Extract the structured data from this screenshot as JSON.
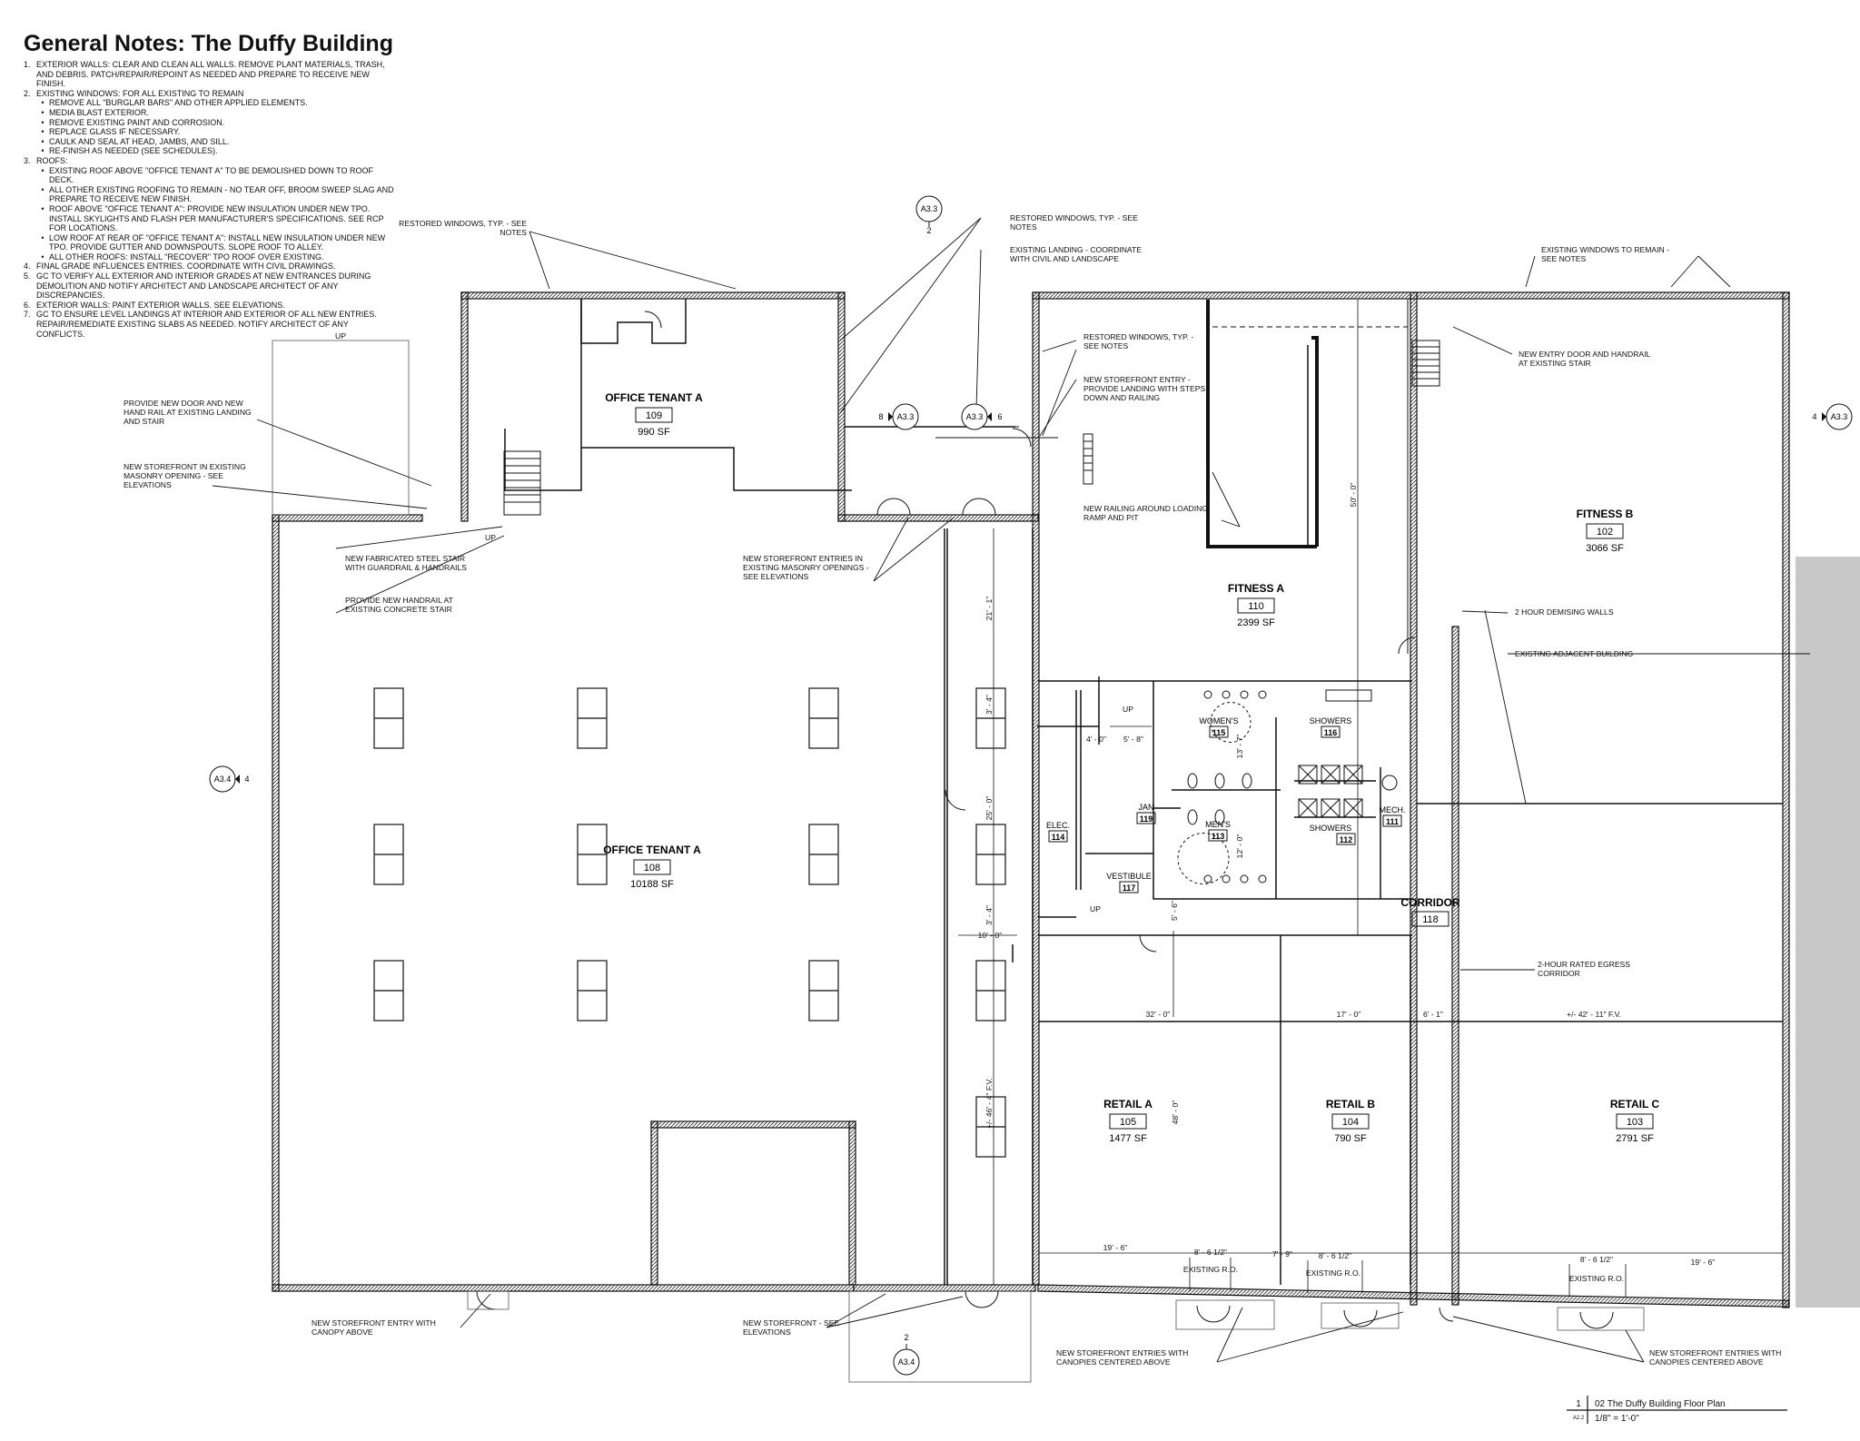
{
  "title": "General Notes: The Duffy Building",
  "notes": [
    {
      "num": "1.",
      "text": "EXTERIOR WALLS: CLEAR AND CLEAN ALL WALLS. REMOVE PLANT MATERIALS, TRASH, AND DEBRIS. PATCH/REPAIR/REPOINT AS NEEDED AND PREPARE TO RECEIVE NEW FINISH.",
      "subs": []
    },
    {
      "num": "2.",
      "text": "EXISTING WINDOWS: FOR ALL EXISTING TO REMAIN",
      "subs": [
        "REMOVE ALL \"BURGLAR BARS\" AND OTHER APPLIED ELEMENTS.",
        "MEDIA BLAST EXTERIOR.",
        "REMOVE EXISTING PAINT AND CORROSION.",
        "REPLACE GLASS IF NECESSARY.",
        "CAULK AND SEAL AT HEAD, JAMBS, AND SILL.",
        "RE-FINISH AS NEEDED (SEE SCHEDULES)."
      ]
    },
    {
      "num": "3.",
      "text": "ROOFS:",
      "subs": [
        "EXISTING ROOF ABOVE \"OFFICE TENANT A\" TO BE DEMOLISHED DOWN TO ROOF DECK.",
        "ALL OTHER EXISTING ROOFING TO REMAIN - NO TEAR OFF, BROOM SWEEP SLAG AND PREPARE TO RECEIVE NEW FINISH.",
        "ROOF ABOVE \"OFFICE TENANT A\": PROVIDE NEW INSULATION UNDER NEW TPO. INSTALL SKYLIGHTS AND FLASH PER MANUFACTURER'S SPECIFICATIONS. SEE RCP FOR LOCATIONS.",
        "LOW ROOF AT REAR OF \"OFFICE TENANT A\": INSTALL NEW INSULATION UNDER NEW TPO. PROVIDE GUTTER AND DOWNSPOUTS. SLOPE ROOF TO ALLEY.",
        "ALL OTHER ROOFS: INSTALL \"RECOVER\" TPO ROOF OVER EXISTING."
      ]
    },
    {
      "num": "4.",
      "text": "FINAL GRADE INFLUENCES ENTRIES. COORDINATE WITH CIVIL DRAWINGS.",
      "subs": []
    },
    {
      "num": "5.",
      "text": "GC TO VERIFY ALL EXTERIOR AND INTERIOR GRADES AT NEW ENTRANCES DURING DEMOLITION AND NOTIFY ARCHITECT AND LANDSCAPE ARCHITECT OF ANY DISCREPANCIES.",
      "subs": []
    },
    {
      "num": "6.",
      "text": "EXTERIOR WALLS: PAINT EXTERIOR WALLS. SEE ELEVATIONS.",
      "subs": []
    },
    {
      "num": "7.",
      "text": "GC TO ENSURE LEVEL LANDINGS AT INTERIOR AND EXTERIOR OF ALL NEW ENTRIES. REPAIR/REMEDIATE EXISTING SLABS AS NEEDED. NOTIFY ARCHITECT OF ANY CONFLICTS.",
      "subs": []
    }
  ],
  "rooms": {
    "office_small": {
      "name": "OFFICE TENANT A",
      "num": "109",
      "area": "990 SF"
    },
    "office_large": {
      "name": "OFFICE TENANT A",
      "num": "108",
      "area": "10188 SF"
    },
    "fitness_a": {
      "name": "FITNESS A",
      "num": "110",
      "area": "2399 SF"
    },
    "fitness_b": {
      "name": "FITNESS B",
      "num": "102",
      "area": "3066 SF"
    },
    "retail_a": {
      "name": "RETAIL A",
      "num": "105",
      "area": "1477 SF"
    },
    "retail_b": {
      "name": "RETAIL B",
      "num": "104",
      "area": "790 SF"
    },
    "retail_c": {
      "name": "RETAIL C",
      "num": "103",
      "area": "2791 SF"
    },
    "corridor": {
      "name": "CORRIDOR",
      "num": "118"
    },
    "womens": {
      "name": "WOMEN'S",
      "num": "115"
    },
    "showers_116": {
      "name": "SHOWERS",
      "num": "116"
    },
    "mens": {
      "name": "MEN'S",
      "num": "113"
    },
    "showers_112": {
      "name": "SHOWERS",
      "num": "112"
    },
    "jan": {
      "name": "JAN",
      "num": "119"
    },
    "mech": {
      "name": "MECH.",
      "num": "111"
    },
    "elec": {
      "name": "ELEC.",
      "num": "114"
    },
    "vestibule": {
      "name": "VESTIBULE",
      "num": "117"
    }
  },
  "callouts": {
    "restored_left_1": "RESTORED WINDOWS, TYP. - SEE",
    "restored_left_2": "NOTES",
    "restored_mid_1": "RESTORED WINDOWS, TYP. - SEE",
    "restored_mid_2": "NOTES",
    "landing_1": "EXISTING LANDING - COORDINATE",
    "landing_2": "WITH CIVIL AND LANDSCAPE",
    "exist_win_1": "EXISTING WINDOWS TO REMAIN -",
    "exist_win_2": "SEE NOTES",
    "door_hand_1": "PROVIDE NEW DOOR AND NEW",
    "door_hand_2": "HAND RAIL AT EXISTING LANDING",
    "door_hand_3": "AND STAIR",
    "sf_masonry_1": "NEW STOREFRONT IN EXISTING",
    "sf_masonry_2": "MASONRY OPENING - SEE",
    "sf_masonry_3": "ELEVATIONS",
    "restored_fit_1": "RESTORED WINDOWS, TYP. -",
    "restored_fit_2": "SEE NOTES",
    "sf_entry_1": "NEW STOREFRONT ENTRY -",
    "sf_entry_2": "PROVIDE LANDING WITH STEPS",
    "sf_entry_3": "DOWN AND RAILING",
    "entry_door_1": "NEW ENTRY DOOR AND HANDRAIL",
    "entry_door_2": "AT EXISTING STAIR",
    "railing_1": "NEW RAILING AROUND LOADING",
    "railing_2": "RAMP AND PIT",
    "steel_stair_1": "NEW FABRICATED STEEL STAIR",
    "steel_stair_2": "WITH GUARDRAIL & HANDRAILS",
    "handrail_1": "PROVIDE NEW HANDRAIL AT",
    "handrail_2": "EXISTING CONCRETE STAIR",
    "sf_entries_1": "NEW STOREFRONT ENTRIES IN",
    "sf_entries_2": "EXISTING MASONRY OPENINGS -",
    "sf_entries_3": "SEE ELEVATIONS",
    "demising": "2 HOUR DEMISING WALLS",
    "adjacent": "EXISTING ADJACENT BUILDING",
    "egress_1": "2-HOUR RATED EGRESS",
    "egress_2": "CORRIDOR",
    "canopy_1": "NEW STOREFRONT ENTRY WITH",
    "canopy_2": "CANOPY ABOVE",
    "sf_elev_1": "NEW STOREFRONT - SEE",
    "sf_elev_2": "ELEVATIONS",
    "canopies_mid_1": "NEW STOREFRONT ENTRIES WITH",
    "canopies_mid_2": "CANOPIES CENTERED ABOVE",
    "canopies_right_1": "NEW STOREFRONT ENTRIES WITH",
    "canopies_right_2": "CANOPIES CENTERED ABOVE",
    "up_1": "UP",
    "up_2": "UP",
    "up_3": "UP",
    "up_4": "UP",
    "existing_ro_1": "EXISTING R.O.",
    "existing_ro_2": "EXISTING R.O.",
    "existing_ro_3": "EXISTING R.O."
  },
  "dimensions": {
    "d21_1": "21' - 1\"",
    "d3_4a": "3' - 4\"",
    "d25": "25' - 0\"",
    "d3_4b": "3' - 4\"",
    "d10": "10' - 0\"",
    "d46": "+/- 46' - 4\" F.V.",
    "d4": "4' - 0\"",
    "d5_8": "5' - 8\"",
    "d13_7": "13' - 7\"",
    "d12": "12' - 0\"",
    "d5_6": "5' - 6\"",
    "d50": "50' - 0\"",
    "d32": "32' - 0\"",
    "d17": "17' - 0\"",
    "d6_1": "6' - 1\"",
    "d42": "+/- 42' - 11\" F.V.",
    "d48": "48' - 0\"",
    "d19_6a": "19' - 6\"",
    "d8_6a": "8' - 6 1/2\"",
    "d7_9": "7' - 9\"",
    "d8_6b": "8' - 6 1/2\"",
    "d8_6c": "8' - 6 1/2\"",
    "d19_6b": "19' - 6\""
  },
  "section_markers": {
    "a33_top": {
      "sheet": "A3.3",
      "num": "2"
    },
    "a33_left": {
      "sheet": "A3.3",
      "num": "8"
    },
    "a33_mid": {
      "sheet": "A3.3",
      "num": "6"
    },
    "a33_right": {
      "sheet": "A3.3",
      "num": "4"
    },
    "a34_left": {
      "sheet": "A3.4",
      "num": "4"
    },
    "a34_bottom": {
      "sheet": "A3.4",
      "num": "2"
    }
  },
  "title_block": {
    "number": "1",
    "sheet": "A2.2",
    "name": "02 The Duffy Building Floor Plan",
    "scale": "1/8\" = 1'-0\""
  }
}
